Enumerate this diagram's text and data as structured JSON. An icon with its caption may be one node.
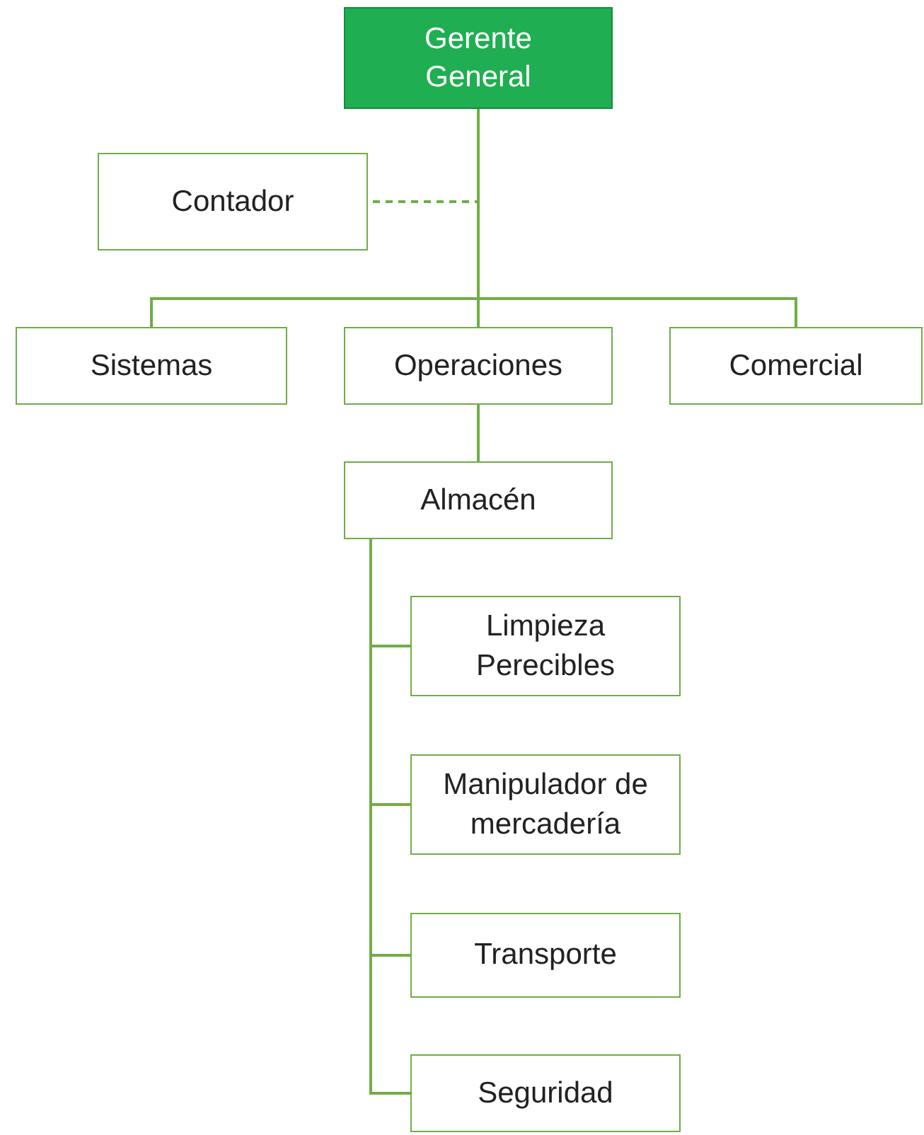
{
  "diagram": {
    "nodes": [
      {
        "text": [
          "Gerente General"
        ]
      },
      {
        "text": [
          "Contador"
        ]
      },
      {
        "text": [
          "Sistemas"
        ]
      },
      {
        "text": [
          "Operaciones"
        ]
      },
      {
        "text": [
          "Comercial"
        ]
      },
      {
        "text": [
          "Almacén"
        ]
      },
      {
        "text": [
          "Limpieza Perecibles"
        ]
      },
      {
        "text": [
          "Manipulador de mercadería"
        ]
      },
      {
        "text": [
          "Transporte"
        ]
      },
      {
        "text": [
          "Seguridad"
        ]
      }
    ],
    "edges": [
      {
        "from": 0,
        "to": 1,
        "arrow": "none",
        "style": "dashed"
      },
      {
        "from": 0,
        "to": 2,
        "arrow": "none"
      },
      {
        "from": 0,
        "to": 3,
        "arrow": "none"
      },
      {
        "from": 0,
        "to": 4,
        "arrow": "none"
      },
      {
        "from": 3,
        "to": 5,
        "arrow": "none"
      },
      {
        "from": 5,
        "to": 6,
        "arrow": "none"
      },
      {
        "from": 5,
        "to": 7,
        "arrow": "none"
      },
      {
        "from": 5,
        "to": 8,
        "arrow": "none"
      },
      {
        "from": 5,
        "to": 9,
        "arrow": "none"
      }
    ]
  }
}
